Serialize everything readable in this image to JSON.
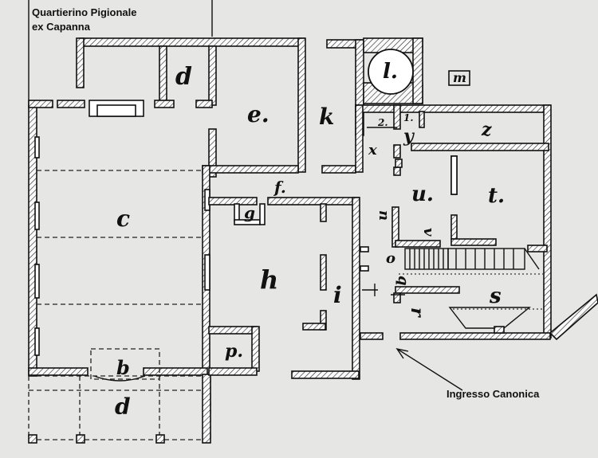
{
  "caption_top": {
    "line1": "Quartierino Pigionale",
    "line2": "ex Capanna"
  },
  "caption_entrance": "Ingresso Canonica",
  "rooms": {
    "b": "b",
    "c": "c",
    "d_top": "d",
    "d_bottom": "d",
    "e": "e.",
    "f": "f.",
    "g": "g",
    "h": "h",
    "i": "i",
    "k": "k",
    "l": "l.",
    "m": "m",
    "n": "n",
    "o": "o",
    "p": "p.",
    "q": "q",
    "r": "r",
    "s": "s",
    "t": "t.",
    "u": "u.",
    "v": "v",
    "x": "x",
    "y": "y",
    "z": "z",
    "n1": "1.",
    "n2": "2."
  },
  "colors": {
    "paper": "#e6e6e4",
    "ink": "#111111",
    "wall_fill": "#ffffff"
  }
}
